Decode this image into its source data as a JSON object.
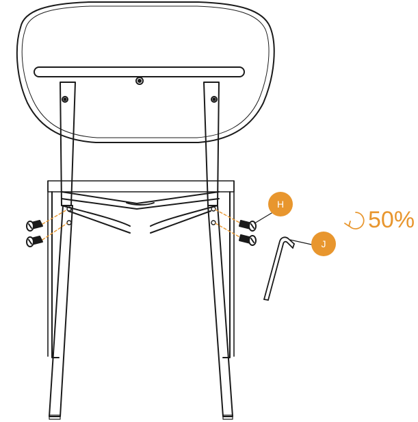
{
  "diagram": {
    "colors": {
      "line": "#1a1a1a",
      "accent": "#e8962e",
      "background": "#ffffff"
    },
    "callouts": [
      {
        "id": "H",
        "label": "H",
        "points_to": "screw"
      },
      {
        "id": "J",
        "label": "J",
        "points_to": "allen-key"
      }
    ],
    "instruction": {
      "icon": "rotate-counterclockwise-icon",
      "text": "50%"
    }
  }
}
